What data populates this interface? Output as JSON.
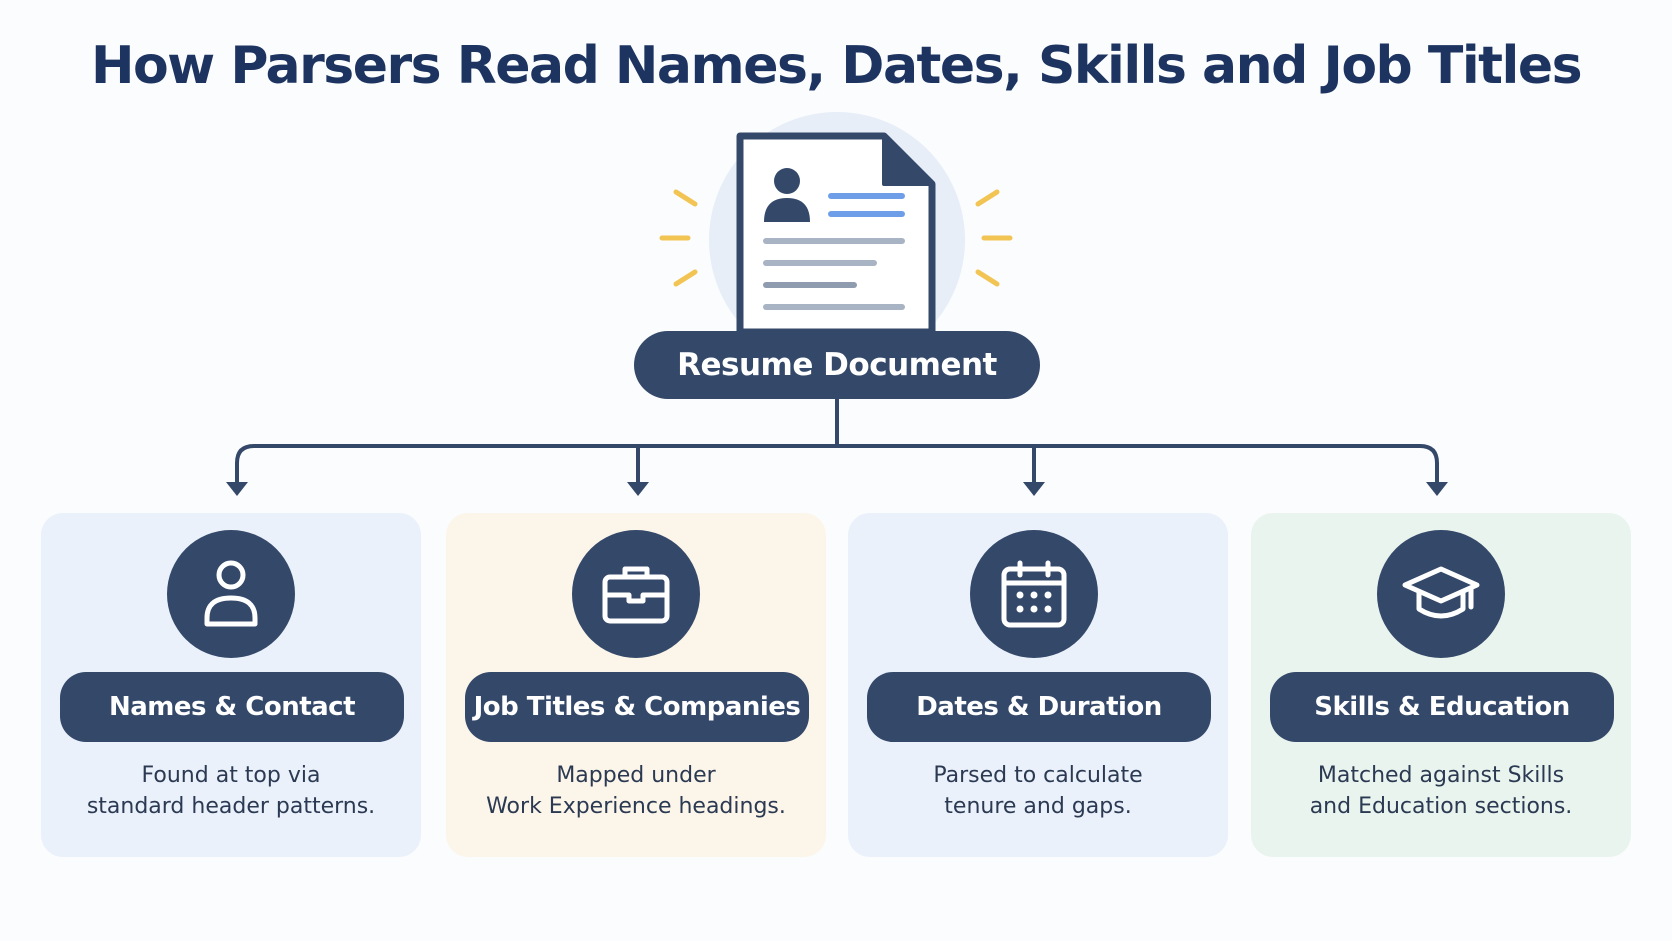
{
  "title": "How Parsers Read Names, Dates, Skills and Job Titles",
  "root": {
    "label": "Resume Document",
    "icon": "resume-document-icon"
  },
  "colors": {
    "navy": "#34486a",
    "title": "#1d3461",
    "accent_blue": "#6f9ee8",
    "accent_yellow": "#f2c453"
  },
  "categories": [
    {
      "label": "Names & Contact",
      "description": "Found at top via\nstandard header patterns.",
      "icon": "person-icon",
      "bg": "#eaf1fb"
    },
    {
      "label": "Job Titles & Companies",
      "description": "Mapped under\nWork Experience headings.",
      "icon": "briefcase-icon",
      "bg": "#fcf5ea"
    },
    {
      "label": "Dates & Duration",
      "description": "Parsed to calculate\ntenure and gaps.",
      "icon": "calendar-icon",
      "bg": "#eaf1fb"
    },
    {
      "label": "Skills & Education",
      "description": "Matched against Skills\nand Education sections.",
      "icon": "graduation-cap-icon",
      "bg": "#eaf4ee"
    }
  ]
}
